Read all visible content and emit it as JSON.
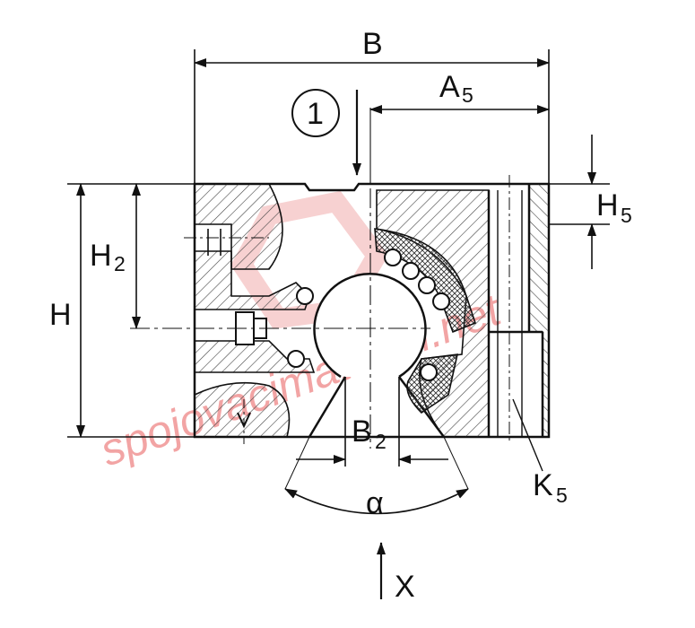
{
  "labels": {
    "B": "B",
    "A5_main": "A",
    "A5_sub": "5",
    "H": "H",
    "H2_main": "H",
    "H2_sub": "2",
    "H5_main": "H",
    "H5_sub": "5",
    "B2_main": "B",
    "B2_sub": "2",
    "K5_main": "K",
    "K5_sub": "5",
    "alpha": "α",
    "X": "X",
    "callout": "1"
  },
  "watermark": {
    "text": "spojovacimaterial.net",
    "color": "#e85a5a"
  },
  "colors": {
    "line": "#111111",
    "hatch": "#555555"
  }
}
